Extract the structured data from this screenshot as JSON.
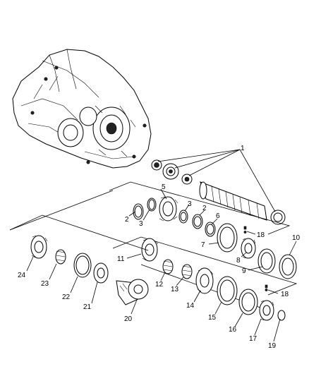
{
  "callouts": [
    {
      "id": "c1",
      "text": "1"
    },
    {
      "id": "c2a",
      "text": "2"
    },
    {
      "id": "c2b",
      "text": "2"
    },
    {
      "id": "c3a",
      "text": "3"
    },
    {
      "id": "c3b",
      "text": "3"
    },
    {
      "id": "c5",
      "text": "5"
    },
    {
      "id": "c6",
      "text": "6"
    },
    {
      "id": "c7",
      "text": "7"
    },
    {
      "id": "c8",
      "text": "8"
    },
    {
      "id": "c9",
      "text": "9"
    },
    {
      "id": "c10",
      "text": "10"
    },
    {
      "id": "c11",
      "text": "11"
    },
    {
      "id": "c12",
      "text": "12"
    },
    {
      "id": "c13",
      "text": "13"
    },
    {
      "id": "c14",
      "text": "14"
    },
    {
      "id": "c15",
      "text": "15"
    },
    {
      "id": "c16",
      "text": "16"
    },
    {
      "id": "c17",
      "text": "17"
    },
    {
      "id": "c18a",
      "text": "18"
    },
    {
      "id": "c18b",
      "text": "18"
    },
    {
      "id": "c19",
      "text": "19"
    },
    {
      "id": "c20",
      "text": "20"
    },
    {
      "id": "c21",
      "text": "21"
    },
    {
      "id": "c22",
      "text": "22"
    },
    {
      "id": "c23",
      "text": "23"
    },
    {
      "id": "c24",
      "text": "24"
    }
  ]
}
